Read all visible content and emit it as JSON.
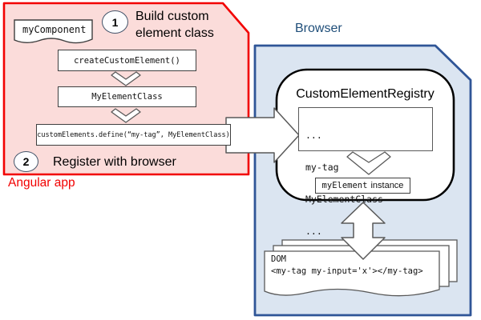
{
  "colors": {
    "angular_fill": "#fbdcda",
    "angular_border": "#f20000",
    "browser_fill": "#dbe5f1",
    "browser_border": "#2f5597",
    "browser_label_text": "#1f4e79",
    "box_border": "#3f3f3f",
    "arrow_outline": "#595959"
  },
  "angular_app": {
    "label": "Angular app",
    "component_label": "myComponent",
    "step1": {
      "number": "1",
      "line1": "Build custom",
      "line2": "element class"
    },
    "step2": {
      "number": "2",
      "label": "Register with browser"
    },
    "boxes": {
      "create": "createCustomElement()",
      "element_class": "MyElementClass",
      "define": "customElements.define(“my-tag”, MyElementClass)"
    }
  },
  "browser": {
    "label": "Browser",
    "registry": {
      "title": "CustomElementRegistry",
      "rows": [
        "...",
        "my-tag",
        "MyElementClass",
        "..."
      ]
    },
    "instance": {
      "code": "myElement",
      "plain": "instance"
    },
    "dom": {
      "title": "DOM",
      "code": "<my-tag my-input='x'></my-tag>"
    }
  }
}
